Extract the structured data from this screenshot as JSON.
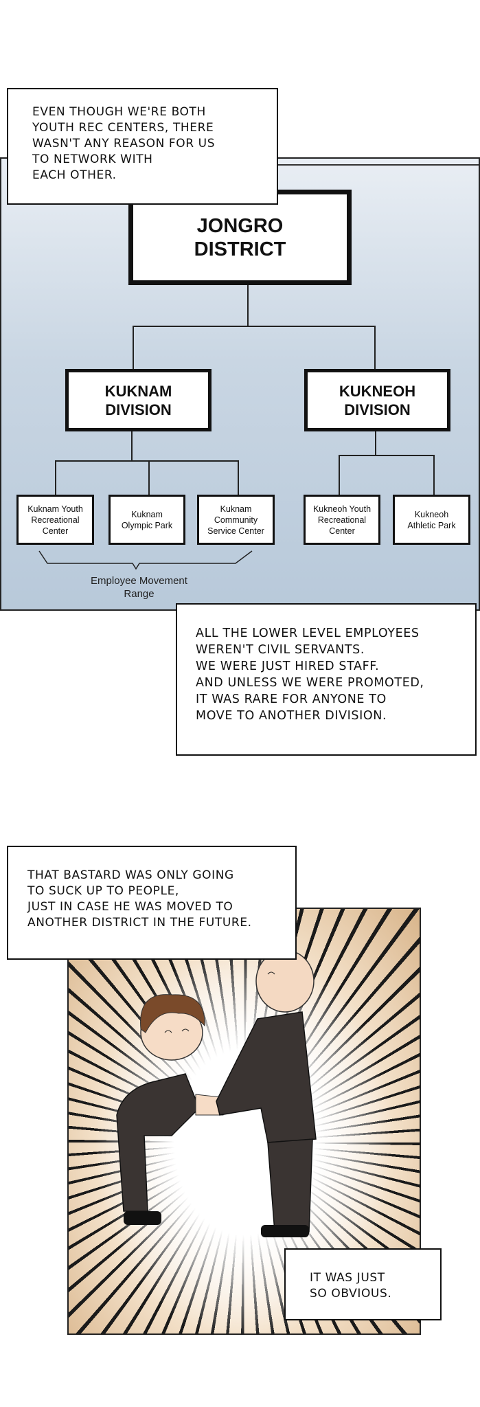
{
  "captions": {
    "top": "EVEN THOUGH WE'RE BOTH\nYOUTH REC CENTERS, THERE\nWASN'T ANY REASON FOR US\nTO NETWORK WITH\nEACH OTHER.",
    "middle": "ALL THE LOWER LEVEL EMPLOYEES\nWEREN'T CIVIL SERVANTS.\nWE WERE JUST HIRED STAFF.\nAND UNLESS WE WERE PROMOTED,\nIT WAS RARE FOR ANYONE TO\nMOVE TO ANOTHER DIVISION.",
    "lower": "THAT BASTARD WAS ONLY GOING\nTO SUCK UP TO PEOPLE,\nJUST IN CASE HE WAS MOVED TO\nANOTHER DISTRICT IN THE FUTURE.",
    "bottom": "IT WAS JUST\nSO OBVIOUS."
  },
  "org_chart": {
    "district": "JONGRO\nDISTRICT",
    "divisions": [
      {
        "name": "KUKNAM\nDIVISION",
        "units": [
          "Kuknam Youth\nRecreational\nCenter",
          "Kuknam\nOlympic Park",
          "Kuknam\nCommunity\nService Center"
        ]
      },
      {
        "name": "KUKNEOH\nDIVISION",
        "units": [
          "Kukneoh Youth\nRecreational\nCenter",
          "Kukneoh\nAthletic Park"
        ]
      }
    ],
    "bracket_label": "Employee Movement\nRange"
  }
}
